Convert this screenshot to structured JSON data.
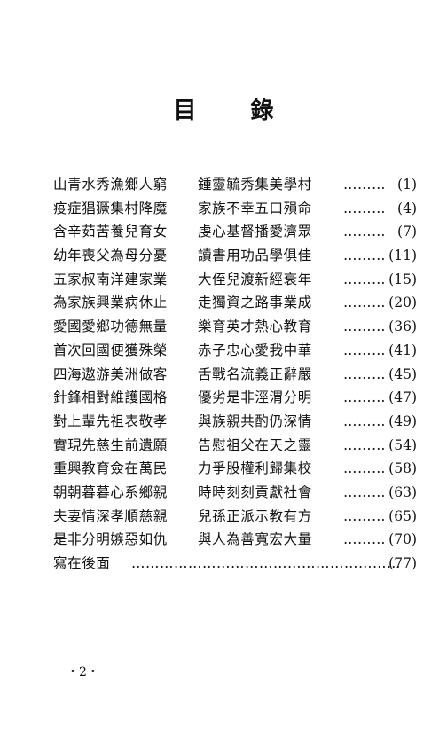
{
  "title": "目 錄",
  "entries": [
    {
      "line": "山青水秀漁鄉人窮",
      "subtitle": "鍾靈毓秀集美學村",
      "page": "(1)"
    },
    {
      "line": "疫症猖獗集村降魔",
      "subtitle": "家族不幸五口殞命",
      "page": "(4)"
    },
    {
      "line": "含辛茹苦養兒育女",
      "subtitle": "虔心基督播愛濟眾",
      "page": "(7)"
    },
    {
      "line": "幼年喪父為母分憂",
      "subtitle": "讀書用功品學俱佳",
      "page": "(11)"
    },
    {
      "line": "五家叔南洋建家業",
      "subtitle": "大侄兒渡新經衰年",
      "page": "(15)"
    },
    {
      "line": "為家族興業病休止",
      "subtitle": "走獨資之路事業成",
      "page": "(20)"
    },
    {
      "line": "愛國愛鄉功德無量",
      "subtitle": "樂育英才熱心教育",
      "page": "(36)"
    },
    {
      "line": "首次回國便獲殊榮",
      "subtitle": "赤子忠心愛我中華",
      "page": "(41)"
    },
    {
      "line": "四海遨游美洲做客",
      "subtitle": "舌戰名流義正辭嚴",
      "page": "(45)"
    },
    {
      "line": "針鋒相對維護國格",
      "subtitle": "優劣是非涇渭分明",
      "page": "(47)"
    },
    {
      "line": "對上輩先祖表敬孝",
      "subtitle": "與族親共酌仍深情",
      "page": "(49)"
    },
    {
      "line": "實現先慈生前遺願",
      "subtitle": "告慰祖父在天之靈",
      "page": "(54)"
    },
    {
      "line": "重興教育僉在萬民",
      "subtitle": "力爭股權利歸集校",
      "page": "(58)"
    },
    {
      "line": "朝朝暮暮心系鄉親",
      "subtitle": "時時刻刻貢獻社會",
      "page": "(63)"
    },
    {
      "line": "夫妻情深孝順慈親",
      "subtitle": "兒孫正派示教有方",
      "page": "(65)"
    },
    {
      "line": "是非分明嫉惡如仇",
      "subtitle": "與人為善寬宏大量",
      "page": "(70)"
    }
  ],
  "last_entry": {
    "line": "寫在後面",
    "page": "(77)"
  },
  "leader_short": "………",
  "leader_long": "…………………………………………………",
  "footer": "・2・"
}
